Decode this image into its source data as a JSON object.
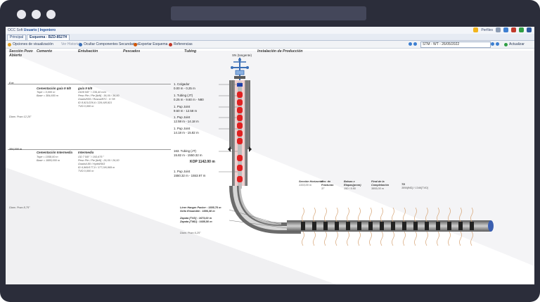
{
  "app": {
    "prefix": "OCC Soft",
    "user": "Usuario | Ingeniero",
    "right_menu": "Perfiles",
    "tabs": [
      "Principal",
      "Esquema - BZD-8527H"
    ]
  },
  "toolbar": {
    "opciones": "Opciones de visualización",
    "agrupar": "Ver Historial",
    "ocultar": "Ocultar Componentes Secundarios",
    "exportar": "Exportar Esquema",
    "referencias": "Referencias",
    "date_value": "STM - WT - 26/05/2022",
    "actualizar": "Actualizar"
  },
  "headers": {
    "seccion": "Sección Pozo Abierto",
    "cemento": "Cemento",
    "entubacion": "Entubación",
    "pescados": "Pescados",
    "tubing": "Tubing",
    "instalacion": "Instalación de Producción"
  },
  "well_label": "SN (tangente)",
  "section1": {
    "depth": "0 m",
    "cemento_title": "Cementación guía 9 5/8",
    "cemento_lines": [
      "Tope = 0,000 m",
      "Base = 384,650 m"
    ],
    "casing_title": "guía 9 5/8",
    "casing_lines": [
      "OD/9 5/8 \" / 236,40 mm",
      "Peso Pie / Pie [lb/ft] : 36,00 / 36,00",
      "Grado/K55 / Rosca/BTC : 9 7/8",
      "ID 8,921/226,6 / 226,6/8,921",
      "TVD 0,000 m"
    ],
    "diam": "Diam. Pozo 12,25\"",
    "tubing": [
      {
        "name": "1. Colgador",
        "range": "0.00 m - 0.25 m"
      },
      {
        "name": "1. Tubing (JT)",
        "range": "0.25 m - 9.60 m - N80"
      },
      {
        "name": "1. Pup Joint",
        "range": "9.60 m - 12.58 m"
      },
      {
        "name": "1. Pup Joint",
        "range": "12.58 m - 14.18 m"
      },
      {
        "name": "1. Pup Joint",
        "range": "14.18 m - 15.82 m"
      }
    ]
  },
  "section2": {
    "depth": "384,000 m",
    "cemento_title": "Cementación Intermedia",
    "cemento_lines": [
      "Tope = 1058,00 m",
      "Base = 1885,000 m"
    ],
    "casing_title": "Intermedia",
    "casing_lines": [
      "OD 7 5/8 \" / 193,675 \"",
      "Peso Pie / Pie [lb/ft] : 26,00 / 26,00",
      "Grado/L80 / Hydril/563",
      "ID 6,969/177,0 / 177,0/6,969 m",
      "TVD 0,000 m"
    ],
    "diam": "Diam. Pozo 8,75\"",
    "tubing": [
      {
        "name": "163. Tubing (JT)",
        "range": "15.82 m - 1550.32 m"
      },
      {
        "name": "1. Pup Joint",
        "range": "1550.32 m - 1553.97 m"
      }
    ],
    "kop": "KOP 1142.00 m"
  },
  "bottom_labels": {
    "liner": "Liner Hanger Packer : 1585,78 m",
    "sello": "Sello Ensamble : 1586,38 m",
    "zapata_tvd": "Zapata [TVD] : 1673,00 m",
    "zapata_md": "Zapata [TMD] : 1688,50 m",
    "diam": "Diam. Pozo 6,25\""
  },
  "horizontal": {
    "cols": [
      {
        "title": "Sección Horizontal",
        "value": "1333,00 m"
      },
      {
        "title": "Nro. de Fracturas",
        "value": "37"
      },
      {
        "title": "Bolsas x Etapas(prom)",
        "value": "150 / 9 80"
      },
      {
        "title": "Final de la Completación",
        "value": "3855,00 m"
      },
      {
        "title": "TD",
        "value": "3899[MD] / 1346[TVD]"
      }
    ]
  }
}
